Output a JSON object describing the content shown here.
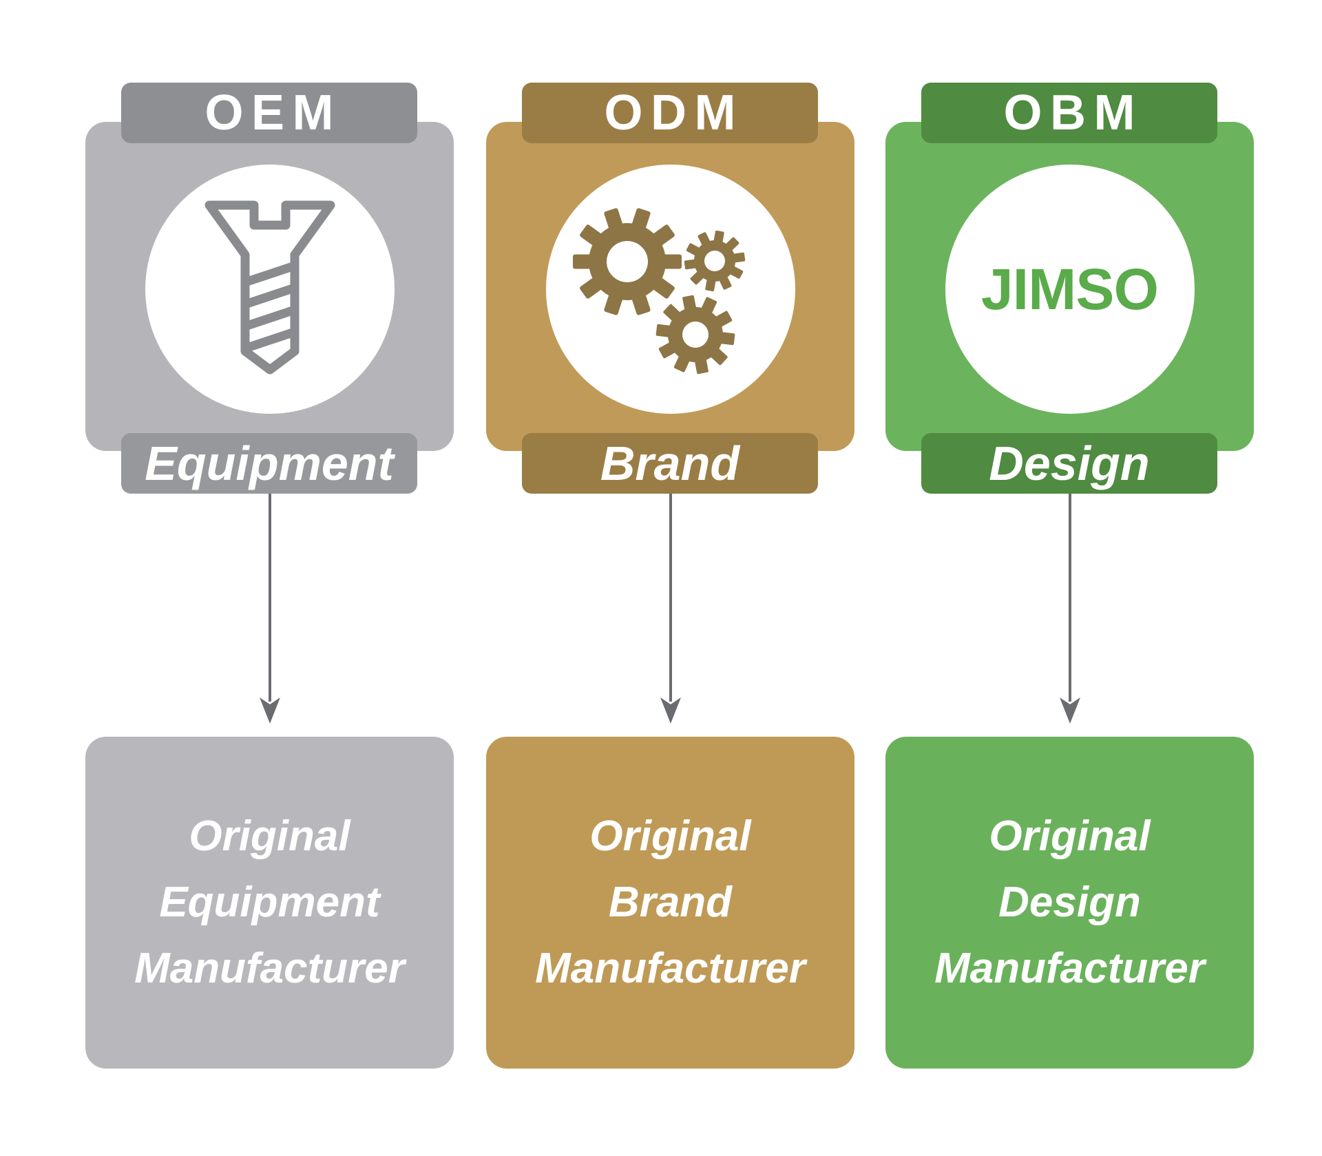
{
  "diagram": {
    "background": "#ffffff",
    "arrow_color": "#6b6c70",
    "columns": [
      {
        "id": "oem",
        "acronym": "OEM",
        "keyword": "Equipment",
        "full_name_lines": [
          "Original",
          "Equipment",
          "Manufacturer"
        ],
        "icon": "screw-icon",
        "colors": {
          "tab": "#8e8f93",
          "card": "#b5b5b9",
          "badge": "#97989c",
          "icon": "#8a8b8f",
          "result_box": "#b8b8bc"
        }
      },
      {
        "id": "odm",
        "acronym": "ODM",
        "keyword": "Brand",
        "full_name_lines": [
          "Original",
          "Brand",
          "Manufacturer"
        ],
        "icon": "gears-icon",
        "colors": {
          "tab": "#9a7d45",
          "card": "#c09a58",
          "badge": "#9a7d45",
          "icon": "#8d7546",
          "result_box": "#bf9a56"
        }
      },
      {
        "id": "obm",
        "acronym": "OBM",
        "keyword": "Design",
        "full_name_lines": [
          "Original",
          "Design",
          "Manufacturer"
        ],
        "icon": "jimso-logo",
        "brand_text": "JIMSO",
        "colors": {
          "tab": "#4f8b40",
          "card": "#6cb35d",
          "badge": "#4f8b40",
          "logo_text": "#5aab4a",
          "result_box": "#6ab15c"
        }
      }
    ]
  }
}
